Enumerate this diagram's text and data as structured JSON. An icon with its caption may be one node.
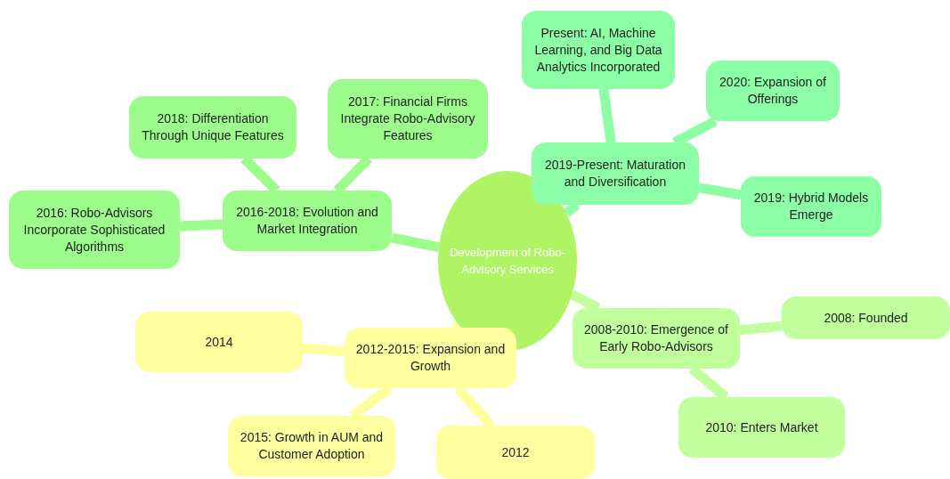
{
  "diagram": {
    "nodes": [
      {
        "text": [
          "Development of Robo-Advisory Services"
        ]
      },
      {
        "text": [
          "2016-2018: Evolution and Market Integration"
        ]
      },
      {
        "text": [
          "2016: Robo-Advisors Incorporate Sophisticated Algorithms"
        ]
      },
      {
        "text": [
          "2018: Differentiation Through Unique Features"
        ]
      },
      {
        "text": [
          "2017: Financial Firms Integrate Robo-Advisory Features"
        ]
      },
      {
        "text": [
          "2019-Present: Maturation and Diversification"
        ]
      },
      {
        "text": [
          "Present: AI, Machine Learning, and Big Data Analytics Incorporated"
        ]
      },
      {
        "text": [
          "2020: Expansion of Offerings"
        ]
      },
      {
        "text": [
          "2019: Hybrid Models Emerge"
        ]
      },
      {
        "text": [
          "2008-2010: Emergence of Early Robo-Advisors"
        ]
      },
      {
        "text": [
          "2008: Founded"
        ]
      },
      {
        "text": [
          "2010: Enters Market"
        ]
      },
      {
        "text": [
          "2012-2015: Expansion and Growth"
        ]
      },
      {
        "text": [
          "2014"
        ]
      },
      {
        "text": [
          "2015: Growth in AUM and Customer Adoption"
        ]
      },
      {
        "text": [
          "2012"
        ]
      }
    ],
    "edges": [
      {
        "from": 0,
        "to": 1,
        "arrow": "none",
        "color": "#9cfc8c"
      },
      {
        "from": 1,
        "to": 2,
        "arrow": "none",
        "color": "#9cfc8c"
      },
      {
        "from": 1,
        "to": 3,
        "arrow": "none",
        "color": "#9cfc8c"
      },
      {
        "from": 1,
        "to": 4,
        "arrow": "none",
        "color": "#9cfc8c"
      },
      {
        "from": 0,
        "to": 5,
        "arrow": "none",
        "color": "#8cffa6"
      },
      {
        "from": 5,
        "to": 6,
        "arrow": "none",
        "color": "#8cffa6"
      },
      {
        "from": 5,
        "to": 7,
        "arrow": "none",
        "color": "#8cffa6"
      },
      {
        "from": 5,
        "to": 8,
        "arrow": "none",
        "color": "#8cffa6"
      },
      {
        "from": 0,
        "to": 9,
        "arrow": "none",
        "color": "#c0ff9c"
      },
      {
        "from": 9,
        "to": 10,
        "arrow": "none",
        "color": "#c0ff9c"
      },
      {
        "from": 9,
        "to": 11,
        "arrow": "none",
        "color": "#c0ff9c"
      },
      {
        "from": 0,
        "to": 12,
        "arrow": "none",
        "color": "#ffffa0"
      },
      {
        "from": 12,
        "to": 13,
        "arrow": "none",
        "color": "#ffffa0"
      },
      {
        "from": 12,
        "to": 14,
        "arrow": "none",
        "color": "#ffffa0"
      },
      {
        "from": 12,
        "to": 15,
        "arrow": "none",
        "color": "#ffffa0"
      }
    ]
  }
}
